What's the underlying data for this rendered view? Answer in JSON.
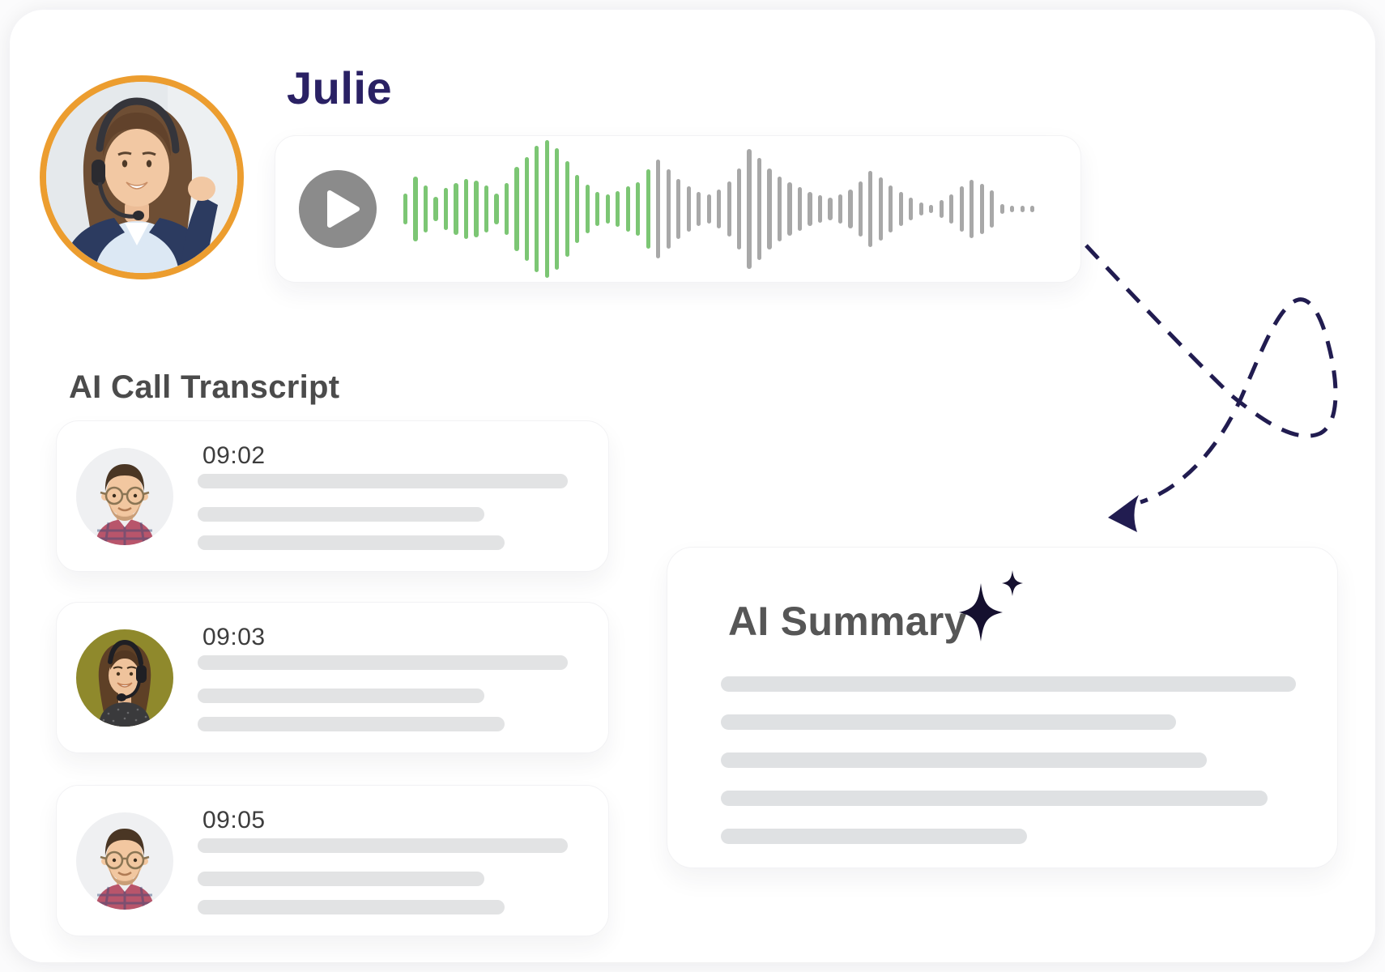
{
  "speaker": {
    "name": "Julie",
    "avatar": "female-agent-with-headset",
    "ring_color": "#EC9D2F",
    "name_color": "#2A2164"
  },
  "player": {
    "play_icon": "play-icon",
    "play_button_color": "#8B8B8B",
    "waveform": {
      "played_color": "#7CC674",
      "remaining_color": "#A8A8A8",
      "played_count": 25,
      "heights": [
        38,
        80,
        58,
        30,
        52,
        64,
        74,
        70,
        58,
        38,
        64,
        104,
        128,
        156,
        170,
        150,
        118,
        84,
        60,
        42,
        36,
        44,
        56,
        66,
        98,
        122,
        98,
        74,
        56,
        42,
        36,
        48,
        68,
        100,
        148,
        126,
        100,
        80,
        66,
        54,
        42,
        34,
        28,
        36,
        48,
        68,
        94,
        78,
        58,
        42,
        28,
        16,
        10,
        22,
        36,
        56,
        72,
        62,
        46,
        12,
        8,
        8,
        8
      ]
    }
  },
  "transcript": {
    "title": "AI Call Transcript",
    "entries": [
      {
        "time": "09:02",
        "speaker": "male-customer",
        "lines": [
          457,
          354,
          379
        ]
      },
      {
        "time": "09:03",
        "speaker": "female-agent-headset",
        "lines": [
          457,
          354,
          379
        ]
      },
      {
        "time": "09:05",
        "speaker": "male-customer",
        "lines": [
          457,
          354,
          379
        ]
      }
    ]
  },
  "summary": {
    "title": "AI Summary",
    "icon": "sparkles-icon",
    "lines": [
      710,
      562,
      600,
      675,
      378
    ]
  },
  "arrow": {
    "style": "dashed",
    "color": "#211C50"
  },
  "colors": {
    "heading_gray": "#4B4B4B",
    "timestamp": "#3D3D3D",
    "placeholder_line": "#E2E3E4",
    "card_border": "#F2F2F4",
    "olive_avatar_bg": "#8F892C",
    "summary_title": "#565656"
  }
}
